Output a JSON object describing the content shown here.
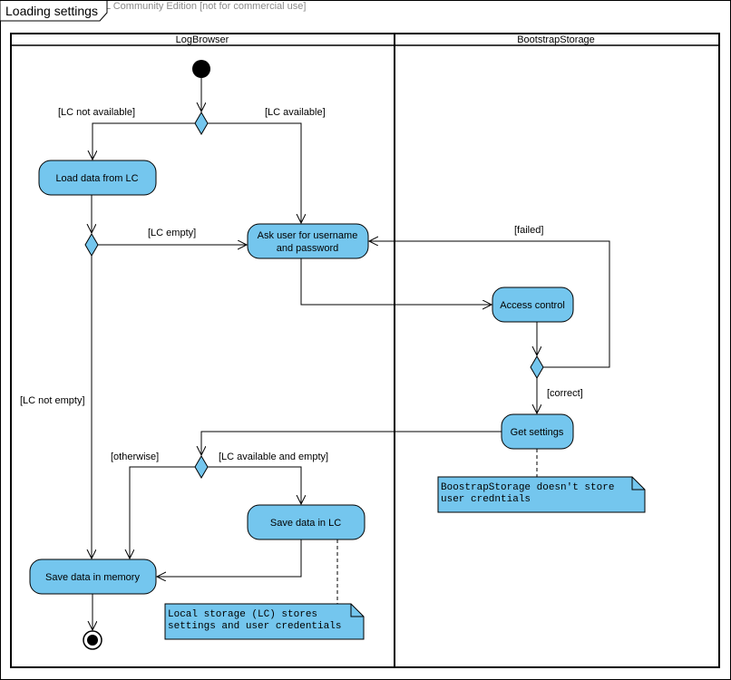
{
  "watermark": "Visual Paradigm for UML Community Edition [not for commercial use]",
  "frame": {
    "title": "Loading settings"
  },
  "colors": {
    "node_fill": "#74C6EE",
    "node_stroke": "#000000",
    "note_fill": "#74C6EE",
    "line": "#000000"
  },
  "swimlanes": [
    {
      "name": "LogBrowser"
    },
    {
      "name": "BootstrapStorage"
    }
  ],
  "actions": {
    "load_lc": "Load data from LC",
    "ask_user_line1": "Ask user for username",
    "ask_user_line2": "and password",
    "access_control": "Access control",
    "get_settings": "Get settings",
    "save_lc": "Save data in LC",
    "save_memory": "Save data in memory"
  },
  "guards": {
    "lc_not_available": "[LC not available]",
    "lc_available": "[LC available]",
    "lc_empty": "[LC empty]",
    "lc_not_empty": "[LC not empty]",
    "failed": "[failed]",
    "correct": "[correct]",
    "otherwise": "[otherwise]",
    "lc_available_and_empty": "[LC available and empty]"
  },
  "notes": {
    "bootstrap_line1": "BoostrapStorage doesn't store",
    "bootstrap_line2": "user credntials",
    "local_line1": "Local storage (LC) stores",
    "local_line2": "settings and user credentials"
  }
}
